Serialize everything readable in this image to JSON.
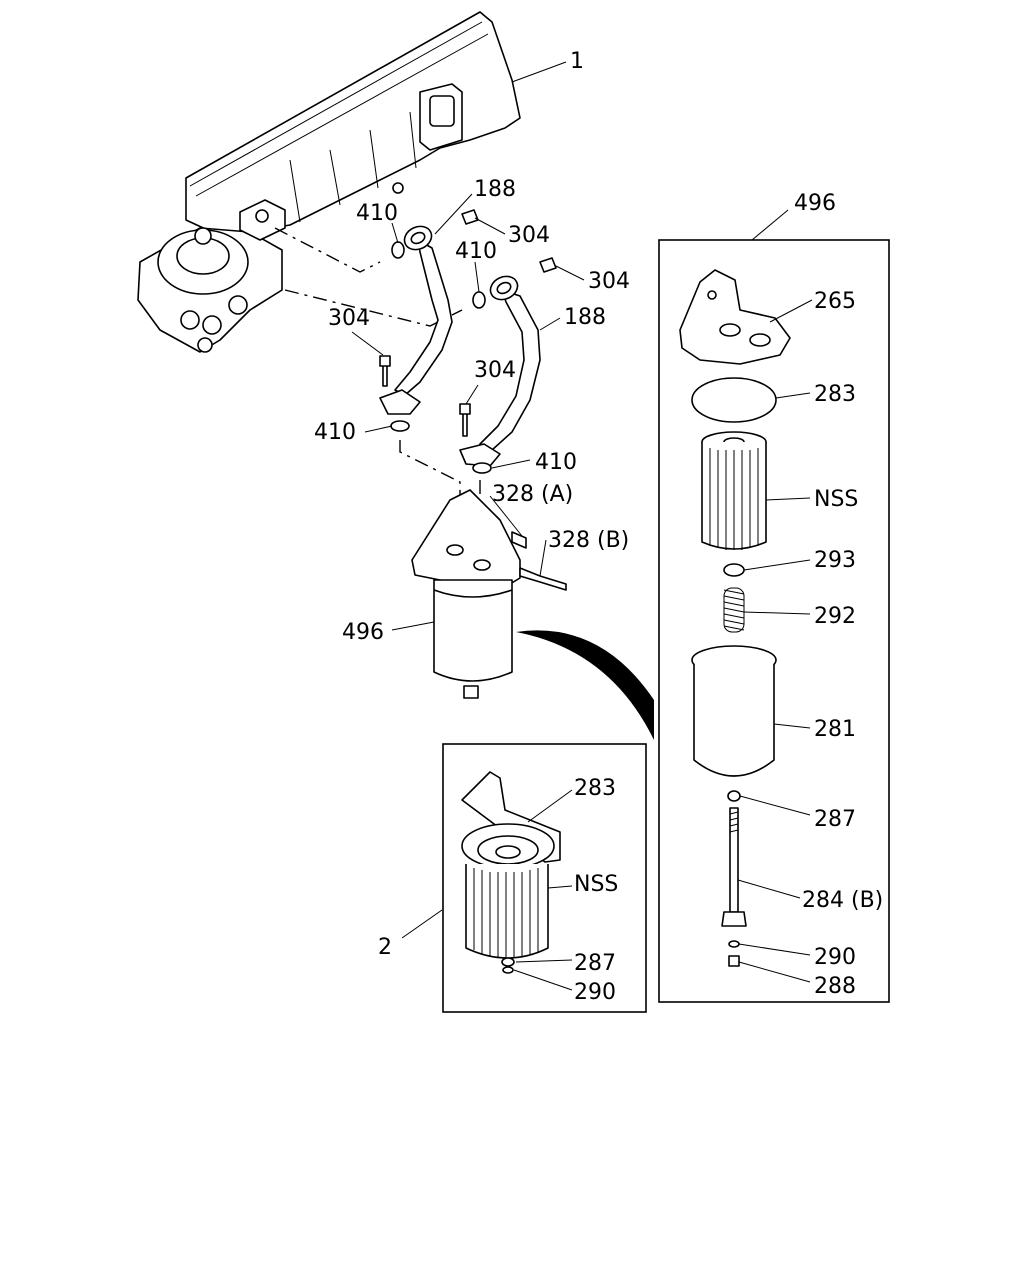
{
  "callouts": {
    "c1": "1",
    "c188a": "188",
    "c188b": "188",
    "c304a": "304",
    "c304b": "304",
    "c304c": "304",
    "c304d": "304",
    "c410a": "410",
    "c410b": "410",
    "c410c": "410",
    "c410d": "410",
    "c328a": "328 (A)",
    "c328b": "328 (B)",
    "c496a": "496",
    "c2": "2"
  },
  "detail_small": {
    "c283": "283",
    "cnss": "NSS",
    "c287": "287",
    "c290": "290"
  },
  "detail_large": {
    "title": "496",
    "c265": "265",
    "c283": "283",
    "cnss": "NSS",
    "c293": "293",
    "c292": "292",
    "c281": "281",
    "c287": "287",
    "c284": "284 (B)",
    "c290": "290",
    "c288": "288"
  }
}
